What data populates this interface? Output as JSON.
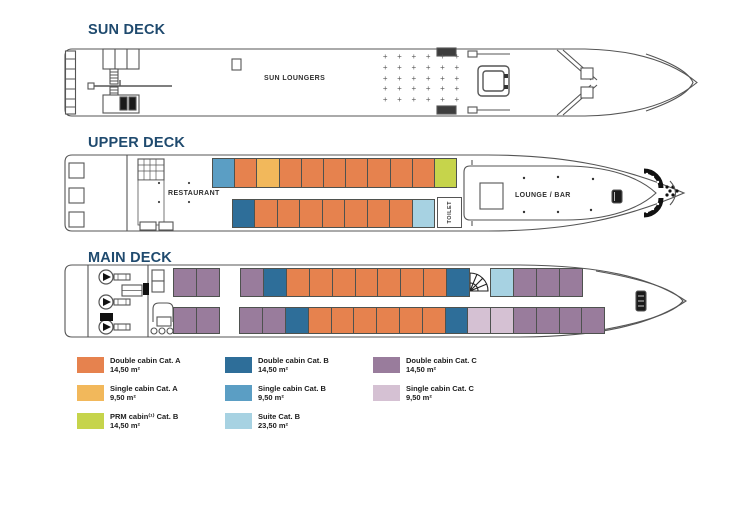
{
  "theme": {
    "title_color": "#1F4A6E",
    "outline_color": "#555555",
    "background": "#FFFFFF"
  },
  "titles": {
    "sun": "SUN DECK",
    "upper": "UPPER DECK",
    "main": "MAIN DECK"
  },
  "labels": {
    "sun_loungers": "SUN LOUNGERS",
    "restaurant": "RESTAURANT",
    "lounge_bar": "LOUNGE / BAR",
    "toilet": "TOILET"
  },
  "sun_deck": {
    "loungers": {
      "rows": 5,
      "cols": 6,
      "symbol": "+"
    }
  },
  "cabin_types": {
    "double_a": {
      "color": "#E6824E",
      "label": "Double cabin Cat. A",
      "size": "14,50 m²"
    },
    "single_a": {
      "color": "#F2B85B",
      "label": "Single cabin Cat. A",
      "size": "9,50 m²"
    },
    "prm_b": {
      "color": "#C6D44B",
      "label": "PRM cabin⁽¹⁾ Cat. B",
      "size": "14,50 m²"
    },
    "double_b": {
      "color": "#2E6E99",
      "label": "Double cabin Cat. B",
      "size": "14,50 m²"
    },
    "single_b": {
      "color": "#5B9EC4",
      "label": "Single cabin Cat. B",
      "size": "9,50 m²"
    },
    "suite_b": {
      "color": "#A7D2E2",
      "label": "Suite Cat. B",
      "size": "23,50 m²"
    },
    "double_c": {
      "color": "#997C9C",
      "label": "Double cabin Cat. C",
      "size": "14,50 m²"
    },
    "single_c": {
      "color": "#D5C1D3",
      "label": "Single cabin Cat. C",
      "size": "9,50 m²"
    }
  },
  "decks": {
    "upper": [
      [
        "single_b",
        "double_a",
        "single_a",
        "double_a",
        "double_a",
        "double_a",
        "double_a",
        "double_a",
        "double_a",
        "double_a",
        "prm_b"
      ],
      [
        "double_b",
        "double_a",
        "double_a",
        "double_a",
        "double_a",
        "double_a",
        "double_a",
        "double_a",
        "suite_b"
      ]
    ],
    "main": [
      [
        "double_c",
        "double_c",
        "gap",
        "double_c",
        "double_b",
        "double_a",
        "double_a",
        "double_a",
        "double_a",
        "double_a",
        "double_a",
        "double_a",
        "double_b",
        "gap",
        "suite_b",
        "double_c",
        "double_c",
        "double_c"
      ],
      [
        "double_c",
        "double_c",
        "gap",
        "double_c",
        "double_c",
        "double_b",
        "double_a",
        "double_a",
        "double_a",
        "double_a",
        "double_a",
        "double_a",
        "double_b",
        "single_c",
        "single_c",
        "double_c",
        "double_c",
        "double_c",
        "double_c"
      ]
    ]
  },
  "legend": {
    "items": [
      "double_a",
      "double_b",
      "double_c",
      "single_a",
      "single_b",
      "single_c",
      "prm_b",
      "suite_b"
    ]
  }
}
